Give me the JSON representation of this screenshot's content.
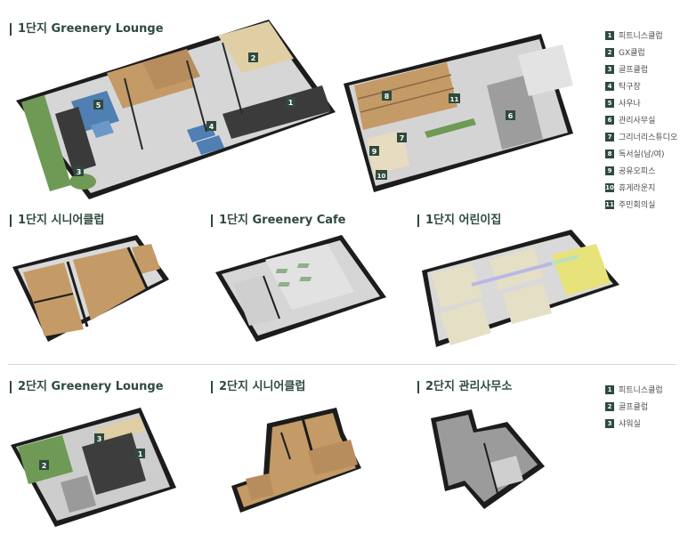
{
  "sections": {
    "s1_lounge": "1단지 Greenery Lounge",
    "s1_senior": "1단지 시니어클럽",
    "s1_cafe": "1단지 Greenery Cafe",
    "s1_daycare": "1단지 어린이집",
    "s2_lounge": "2단지 Greenery Lounge",
    "s2_senior": "2단지 시니어클럽",
    "s2_office": "2단지 관리사무소"
  },
  "legend1": [
    {
      "num": "1",
      "label": "피트니스클럽"
    },
    {
      "num": "2",
      "label": "GX클럽"
    },
    {
      "num": "3",
      "label": "골프클럽"
    },
    {
      "num": "4",
      "label": "탁구장"
    },
    {
      "num": "5",
      "label": "사우나"
    },
    {
      "num": "6",
      "label": "관리사무실"
    },
    {
      "num": "7",
      "label": "그리너리스튜디오"
    },
    {
      "num": "8",
      "label": "독서실(남/여)"
    },
    {
      "num": "9",
      "label": "공유오피스"
    },
    {
      "num": "10",
      "label": "휴게라운지"
    },
    {
      "num": "11",
      "label": "주민회의실"
    }
  ],
  "legend2": [
    {
      "num": "1",
      "label": "피트니스클럽"
    },
    {
      "num": "2",
      "label": "골프클럽"
    },
    {
      "num": "3",
      "label": "샤워실"
    }
  ],
  "plan_markers": {
    "a": [
      "1",
      "2",
      "3",
      "4",
      "5"
    ],
    "b": [
      "6",
      "7",
      "8",
      "9",
      "10",
      "11"
    ],
    "c": [
      "1",
      "2",
      "3"
    ]
  },
  "colors": {
    "accent": "#2f4a3d",
    "wall": "#1c1c1c",
    "wood": "#c49a66",
    "floor_gray": "#d2d2d2",
    "green": "#6f9a55",
    "blue": "#4f7fb3",
    "yellow": "#e7e27a"
  }
}
